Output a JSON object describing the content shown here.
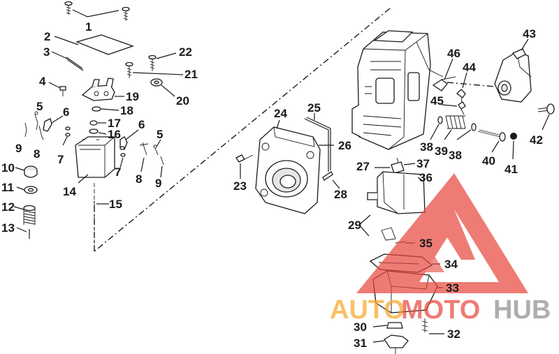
{
  "diagram": {
    "callouts": {
      "c1": "1",
      "c2": "2",
      "c3": "3",
      "c4": "4",
      "c5a": "5",
      "c5b": "5",
      "c6a": "6",
      "c6b": "6",
      "c7a": "7",
      "c7b": "7",
      "c8a": "8",
      "c8b": "8",
      "c9a": "9",
      "c9b": "9",
      "c10": "10",
      "c11": "11",
      "c12": "12",
      "c13": "13",
      "c14": "14",
      "c15": "15",
      "c16": "16",
      "c17": "17",
      "c18": "18",
      "c19": "19",
      "c20": "20",
      "c21": "21",
      "c22": "22",
      "c23": "23",
      "c24": "24",
      "c25": "25",
      "c26": "26",
      "c27": "27",
      "c28": "28",
      "c29": "29",
      "c30": "30",
      "c31": "31",
      "c32": "32",
      "c33": "33",
      "c34": "34",
      "c35": "35",
      "c36": "36",
      "c37": "37",
      "c38a": "38",
      "c38b": "38",
      "c39": "39",
      "c40": "40",
      "c41": "41",
      "c42": "42",
      "c43": "43",
      "c44": "44",
      "c45": "45",
      "c46": "46"
    }
  },
  "watermark": {
    "word_auto": "AUTO",
    "word_moto": "MOTO",
    "word_hub": "HUB",
    "color_red": "#e8463c",
    "color_orange": "#f6a623",
    "color_gray": "#8c8c8c"
  }
}
